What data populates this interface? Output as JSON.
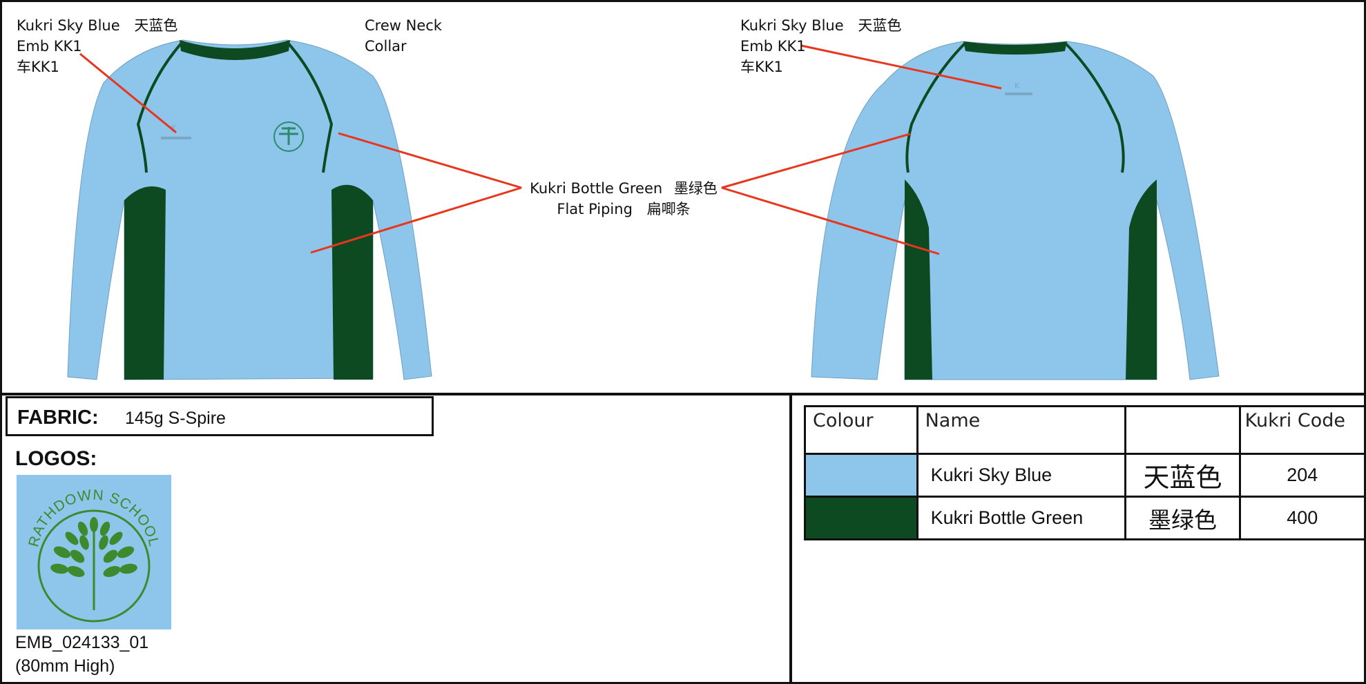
{
  "colors": {
    "sky_blue": "#8ec5ea",
    "bottle_green": "#0d4a22",
    "leader_line": "#e8361c",
    "logo_green": "#3d8a2e"
  },
  "annotations": {
    "front_colour": {
      "name": "Kukri Sky Blue",
      "cn": "天蓝色",
      "emb": "Emb KK1",
      "cn_emb": "车KK1"
    },
    "collar": {
      "line1": "Crew Neck",
      "line2": "Collar"
    },
    "back_colour": {
      "name": "Kukri Sky Blue",
      "cn": "天蓝色",
      "emb": "Emb KK1",
      "cn_emb": "车KK1"
    },
    "piping": {
      "name": "Kukri Bottle Green",
      "cn": "墨绿色",
      "type": "Flat Piping",
      "type_cn": "扁唧条"
    }
  },
  "fabric": {
    "label": "FABRIC:",
    "value": "145g S-Spire"
  },
  "logos": {
    "label": "LOGOS:",
    "logo_text": "RATHDOWN SCHOOL",
    "code": "EMB_024133_01",
    "size": "(80mm High)"
  },
  "colour_table": {
    "headers": [
      "Colour",
      "Name",
      "",
      "Kukri Code"
    ],
    "rows": [
      {
        "swatch": "#8ec5ea",
        "name": "Kukri Sky Blue",
        "cn": "天蓝色",
        "code": "204"
      },
      {
        "swatch": "#0d4a22",
        "name": "Kukri Bottle Green",
        "cn": "墨绿色",
        "code": "400"
      }
    ]
  }
}
